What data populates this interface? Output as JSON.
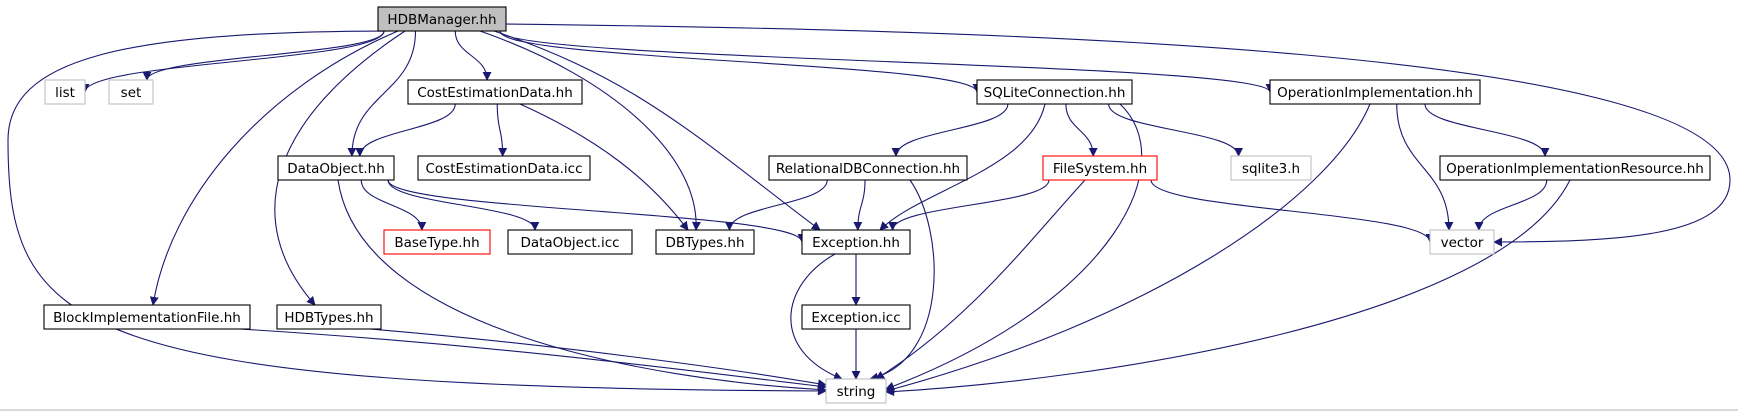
{
  "nodes": [
    {
      "id": "hdbmanager",
      "label": "HDBManager.hh",
      "style": "root"
    },
    {
      "id": "list",
      "label": "list",
      "style": "ext"
    },
    {
      "id": "set",
      "label": "set",
      "style": "ext"
    },
    {
      "id": "costest",
      "label": "CostEstimationData.hh",
      "style": "normal"
    },
    {
      "id": "sqlite",
      "label": "SQLiteConnection.hh",
      "style": "normal"
    },
    {
      "id": "opimpl",
      "label": "OperationImplementation.hh",
      "style": "normal"
    },
    {
      "id": "dataobject",
      "label": "DataObject.hh",
      "style": "normal"
    },
    {
      "id": "costesticc",
      "label": "CostEstimationData.icc",
      "style": "normal"
    },
    {
      "id": "reldb",
      "label": "RelationalDBConnection.hh",
      "style": "normal"
    },
    {
      "id": "filesystem",
      "label": "FileSystem.hh",
      "style": "red"
    },
    {
      "id": "sqlite3",
      "label": "sqlite3.h",
      "style": "ext"
    },
    {
      "id": "opimplres",
      "label": "OperationImplementationResource.hh",
      "style": "normal"
    },
    {
      "id": "basetype",
      "label": "BaseType.hh",
      "style": "red"
    },
    {
      "id": "dataobjicc",
      "label": "DataObject.icc",
      "style": "normal"
    },
    {
      "id": "dbtypes",
      "label": "DBTypes.hh",
      "style": "normal"
    },
    {
      "id": "exception",
      "label": "Exception.hh",
      "style": "normal"
    },
    {
      "id": "vector",
      "label": "vector",
      "style": "ext"
    },
    {
      "id": "blockimpl",
      "label": "BlockImplementationFile.hh",
      "style": "normal"
    },
    {
      "id": "hdbtypes",
      "label": "HDBTypes.hh",
      "style": "normal"
    },
    {
      "id": "exceptionicc",
      "label": "Exception.icc",
      "style": "normal"
    },
    {
      "id": "string",
      "label": "string",
      "style": "ext"
    }
  ],
  "edges": [
    [
      "hdbmanager",
      "list"
    ],
    [
      "hdbmanager",
      "set"
    ],
    [
      "hdbmanager",
      "costest"
    ],
    [
      "hdbmanager",
      "sqlite"
    ],
    [
      "hdbmanager",
      "opimpl"
    ],
    [
      "hdbmanager",
      "dataobject"
    ],
    [
      "hdbmanager",
      "dbtypes"
    ],
    [
      "hdbmanager",
      "exception"
    ],
    [
      "hdbmanager",
      "vector"
    ],
    [
      "hdbmanager",
      "blockimpl"
    ],
    [
      "hdbmanager",
      "hdbtypes"
    ],
    [
      "hdbmanager",
      "string"
    ],
    [
      "costest",
      "dataobject"
    ],
    [
      "costest",
      "costesticc"
    ],
    [
      "costest",
      "dbtypes"
    ],
    [
      "sqlite",
      "reldb"
    ],
    [
      "sqlite",
      "filesystem"
    ],
    [
      "sqlite",
      "sqlite3"
    ],
    [
      "sqlite",
      "exception"
    ],
    [
      "sqlite",
      "string"
    ],
    [
      "opimpl",
      "opimplres"
    ],
    [
      "opimpl",
      "vector"
    ],
    [
      "opimpl",
      "string"
    ],
    [
      "dataobject",
      "basetype"
    ],
    [
      "dataobject",
      "dataobjicc"
    ],
    [
      "dataobject",
      "exception"
    ],
    [
      "dataobject",
      "string"
    ],
    [
      "reldb",
      "dbtypes"
    ],
    [
      "reldb",
      "exception"
    ],
    [
      "reldb",
      "string"
    ],
    [
      "filesystem",
      "exception"
    ],
    [
      "filesystem",
      "vector"
    ],
    [
      "filesystem",
      "string"
    ],
    [
      "opimplres",
      "vector"
    ],
    [
      "opimplres",
      "string"
    ],
    [
      "exception",
      "exceptionicc"
    ],
    [
      "exception",
      "string"
    ],
    [
      "exceptionicc",
      "string"
    ],
    [
      "blockimpl",
      "string"
    ],
    [
      "hdbtypes",
      "string"
    ]
  ]
}
